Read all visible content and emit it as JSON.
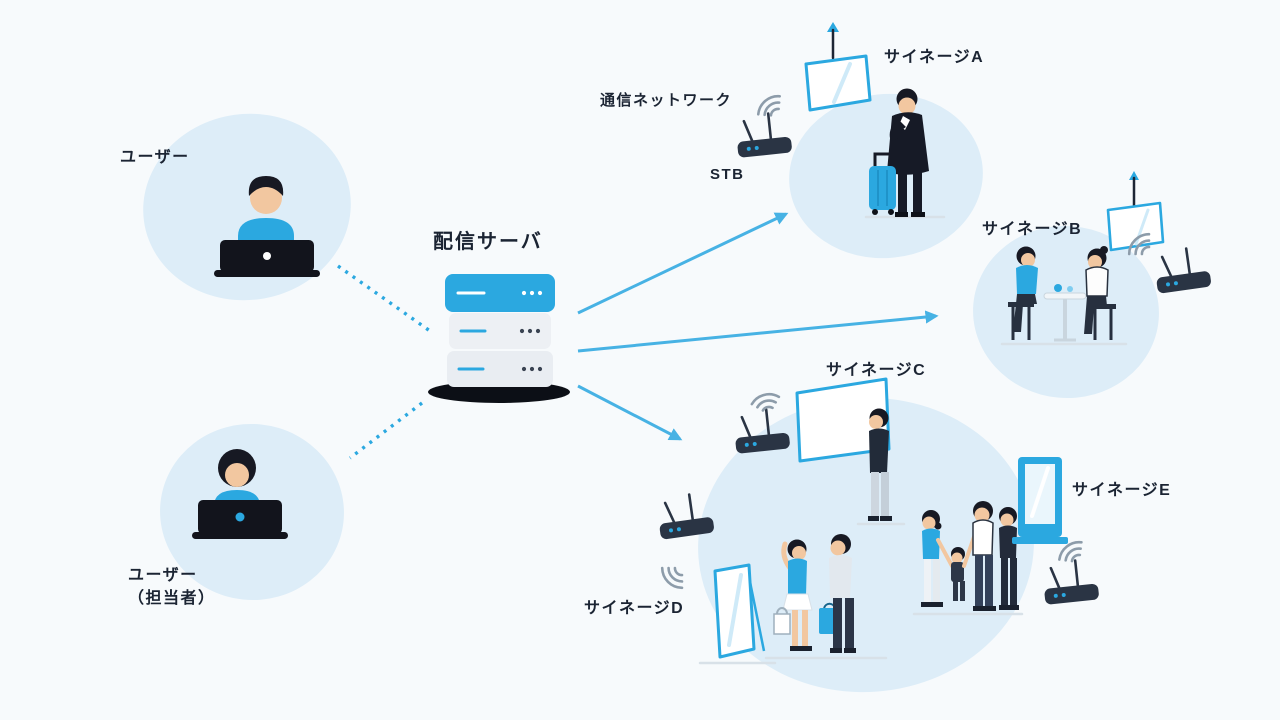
{
  "diagram": {
    "labels": {
      "user_top": "ユーザー",
      "user_bottom_line1": "ユーザー",
      "user_bottom_line2": "（担当者）",
      "server": "配信サーバ",
      "network": "通信ネットワーク",
      "stb": "STB",
      "signage_a": "サイネージA",
      "signage_b": "サイネージB",
      "signage_c": "サイネージC",
      "signage_d": "サイネージD",
      "signage_e": "サイネージE"
    },
    "colors": {
      "accent_blue": "#2BA8E0",
      "arrow_blue": "#47B2E4",
      "blob_blue": "#DDEDF8",
      "device_navy": "#2A3444",
      "text_navy": "#1B2433",
      "background": "#F7FAFC"
    },
    "icons": [
      "server-stack-icon",
      "laptop-icon",
      "router-icon",
      "wifi-signal-icon",
      "ceiling-display-icon",
      "wall-display-icon",
      "mirror-signage-icon",
      "kiosk-signage-icon",
      "suitcase-icon"
    ]
  }
}
